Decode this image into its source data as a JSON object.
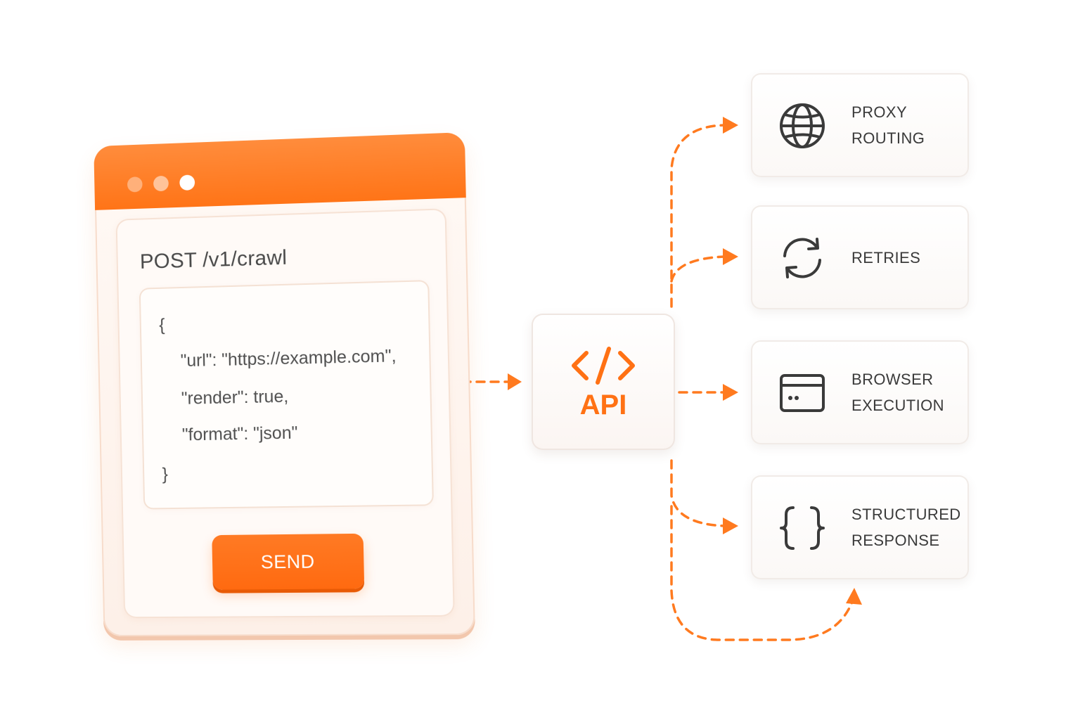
{
  "request": {
    "endpoint": "POST /v1/crawl",
    "code_lines": [
      "{",
      "\"url\": \"https://example.com\",",
      "\"render\": true,",
      "\"format\": \"json\"",
      "}"
    ],
    "send_label": "SEND"
  },
  "api": {
    "label": "API",
    "icon": "code-icon"
  },
  "features": [
    {
      "line1": "PROXY",
      "line2": "ROUTING",
      "icon": "globe-icon"
    },
    {
      "line1": "RETRIES",
      "line2": "",
      "icon": "refresh-icon"
    },
    {
      "line1": "BROWSER",
      "line2": "EXECUTION",
      "icon": "browser-window-icon"
    },
    {
      "line1": "STRUCTURED",
      "line2": "RESPONSE",
      "icon": "curly-braces-icon"
    }
  ],
  "colors": {
    "accent": "#ff7114",
    "titlebar": "#ff7f29",
    "icon": "#3a3a3a",
    "connector": "#ff7a1f"
  }
}
